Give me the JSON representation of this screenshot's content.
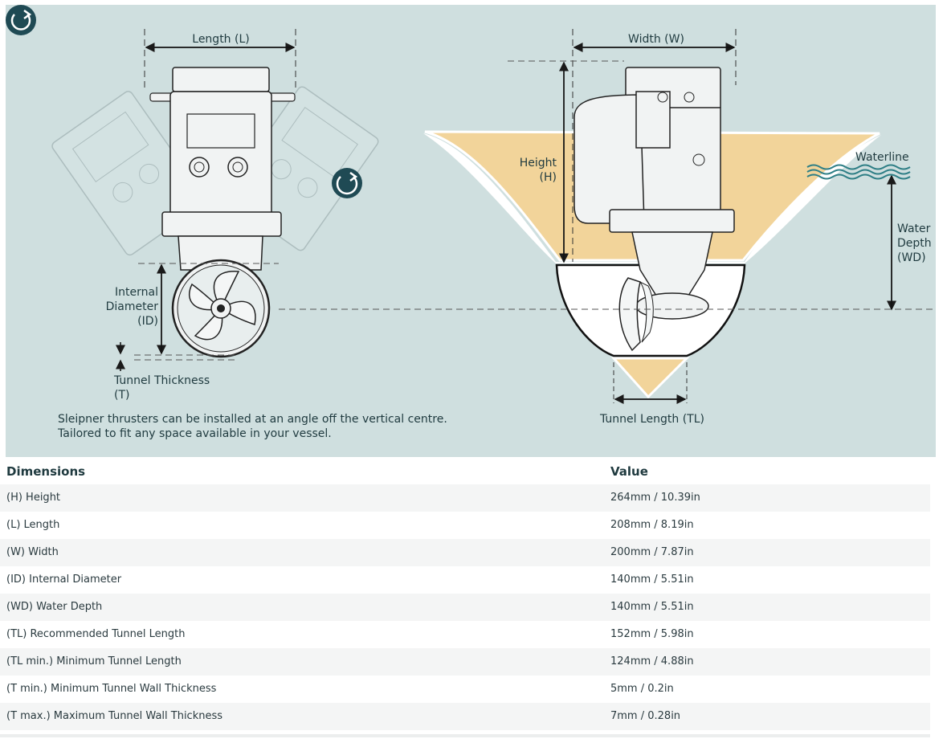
{
  "diagram": {
    "labels": {
      "length": "Length (L)",
      "width": "Width (W)",
      "height_line1": "Height",
      "height_line2": "(H)",
      "waterline": "Waterline",
      "water_depth_line1": "Water",
      "water_depth_line2": "Depth",
      "water_depth_line3": "(WD)",
      "internal_diameter_line1": "Internal",
      "internal_diameter_line2": "Diameter",
      "internal_diameter_line3": "(ID)",
      "tunnel_thickness_line1": "Tunnel Thickness",
      "tunnel_thickness_line2": "(T)",
      "tunnel_length": "Tunnel Length (TL)"
    },
    "note_line1": "Sleipner thrusters can be installed at an angle off the vertical centre.",
    "note_line2": "Tailored to fit any space available in your vessel.",
    "colors": {
      "background": "#cfdfdf",
      "hull_fill": "#f2d49a",
      "accent_dark": "#1f4a54",
      "waterline": "#2f7f86"
    },
    "icons": [
      "rotate-icon",
      "waterline-icon"
    ]
  },
  "table": {
    "headers": [
      "Dimensions",
      "Value"
    ],
    "rows": [
      {
        "label": "(H) Height",
        "value": "264mm / 10.39in"
      },
      {
        "label": "(L) Length",
        "value": "208mm / 8.19in"
      },
      {
        "label": "(W) Width",
        "value": "200mm / 7.87in"
      },
      {
        "label": "(ID) Internal Diameter",
        "value": "140mm / 5.51in"
      },
      {
        "label": "(WD) Water Depth",
        "value": "140mm / 5.51in"
      },
      {
        "label": "(TL) Recommended Tunnel Length",
        "value": "152mm / 5.98in"
      },
      {
        "label": "(TL min.) Minimum Tunnel Length",
        "value": "124mm / 4.88in"
      },
      {
        "label": "(T min.) Minimum Tunnel Wall Thickness",
        "value": "5mm / 0.2in"
      },
      {
        "label": "(T max.) Maximum Tunnel Wall Thickness",
        "value": "7mm / 0.28in"
      }
    ]
  }
}
